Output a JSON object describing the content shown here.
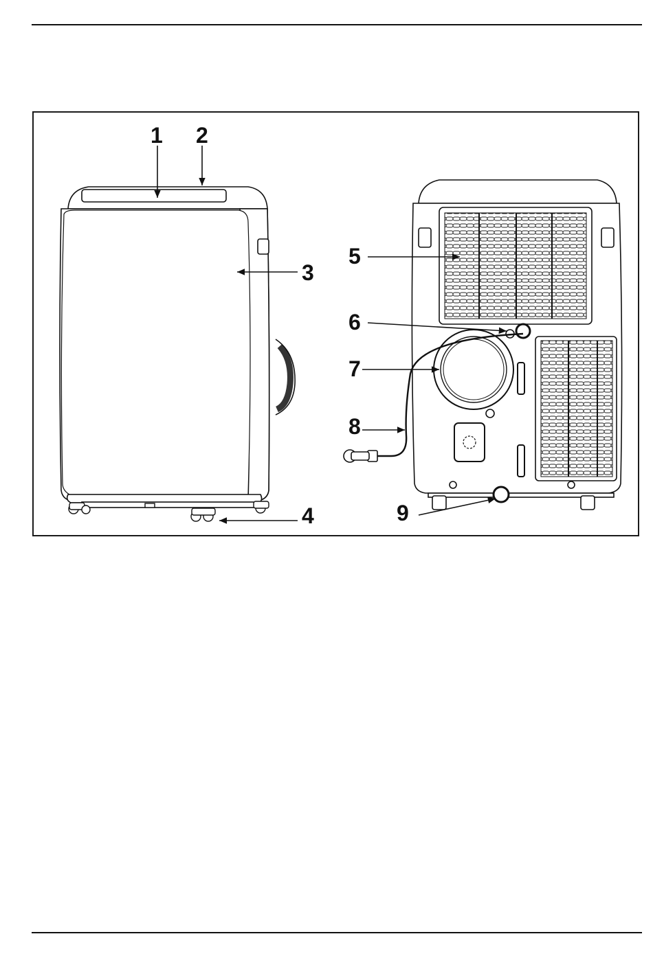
{
  "figure": {
    "callouts": [
      {
        "number": "1",
        "part": "front-top"
      },
      {
        "number": "2",
        "part": "top-edge"
      },
      {
        "number": "3",
        "part": "front-panel"
      },
      {
        "number": "4",
        "part": "casters"
      },
      {
        "number": "5",
        "part": "upper-rear-grille"
      },
      {
        "number": "6",
        "part": "upper-drain-cap"
      },
      {
        "number": "7",
        "part": "exhaust-outlet"
      },
      {
        "number": "8",
        "part": "power-cord"
      },
      {
        "number": "9",
        "part": "lower-drain-cap"
      }
    ]
  }
}
